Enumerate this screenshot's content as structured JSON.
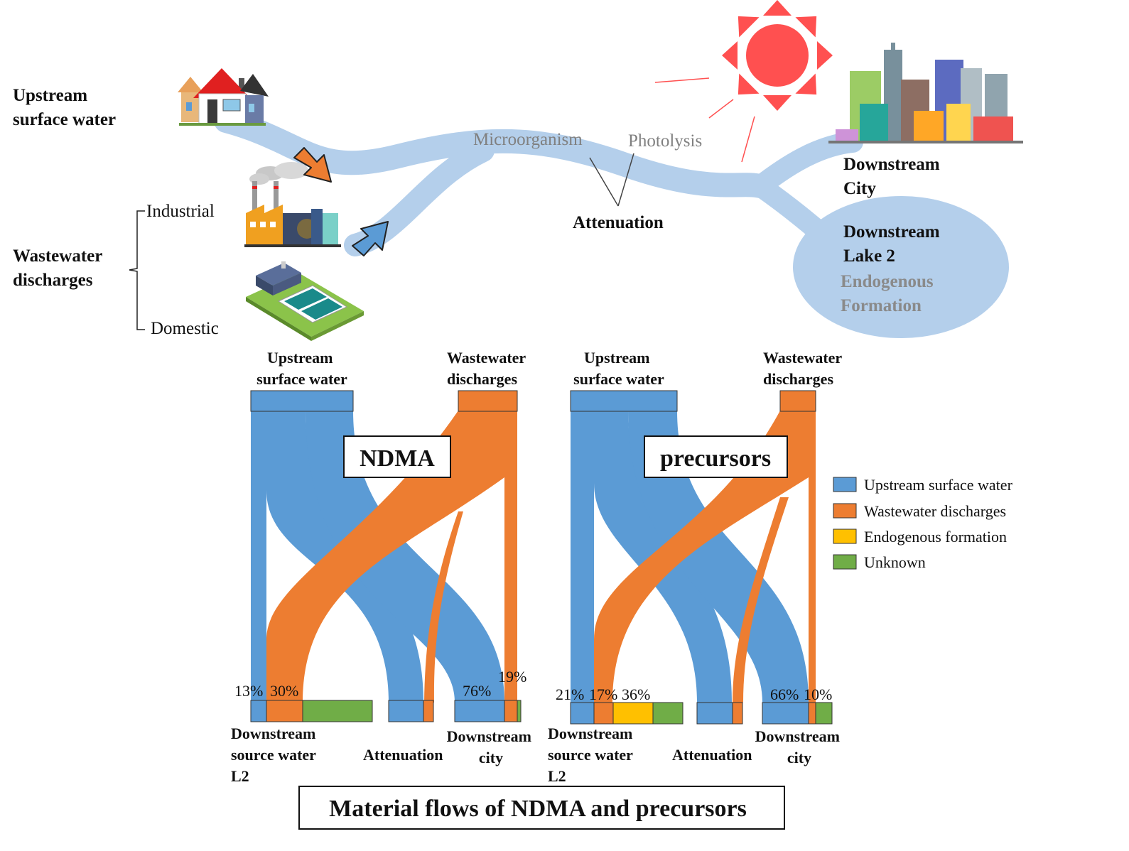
{
  "colors": {
    "upstream": "#5b9bd5",
    "wastewater": "#ed7d31",
    "endogenous": "#ffc000",
    "unknown": "#70ad47",
    "river": "#b4cfeb",
    "sun": "#ff5050"
  },
  "top": {
    "upstream_line1": "Upstream",
    "upstream_line2": "surface water",
    "wastewater_line1": "Wastewater",
    "wastewater_line2": "discharges",
    "industrial": "Industrial",
    "domestic": "Domestic",
    "microorganism": "Microorganism",
    "photolysis": "Photolysis",
    "attenuation": "Attenuation",
    "city_line1": "Downstream",
    "city_line2": "City",
    "lake_line1": "Downstream",
    "lake_line2": "Lake 2",
    "endo_line1": "Endogenous",
    "endo_line2": "Formation"
  },
  "sankey_common": {
    "src_upstream_1": "Upstream",
    "src_upstream_2": "surface water",
    "src_waste_1": "Wastewater",
    "src_waste_2": "discharges",
    "dst_source_1": "Downstream",
    "dst_source_2": "source water",
    "dst_source_3": "L2",
    "dst_att": "Attenuation",
    "dst_city_1": "Downstream",
    "dst_city_2": "city"
  },
  "ndma": {
    "title": "NDMA",
    "p_up_source": "13%",
    "p_ww_source": "30%",
    "p_up_city": "76%",
    "p_ww_city": "19%"
  },
  "precursors": {
    "title": "precursors",
    "p_up_source": "21%",
    "p_ww_source": "17%",
    "p_endo_source": "36%",
    "p_up_city": "66%",
    "p_ww_city": "10%"
  },
  "legend": {
    "items": [
      {
        "label": "Upstream surface water",
        "color": "#5b9bd5"
      },
      {
        "label": "Wastewater discharges",
        "color": "#ed7d31"
      },
      {
        "label": "Endogenous formation",
        "color": "#ffc000"
      },
      {
        "label": "Unknown",
        "color": "#70ad47"
      }
    ]
  },
  "caption": "Material flows of NDMA and precursors"
}
